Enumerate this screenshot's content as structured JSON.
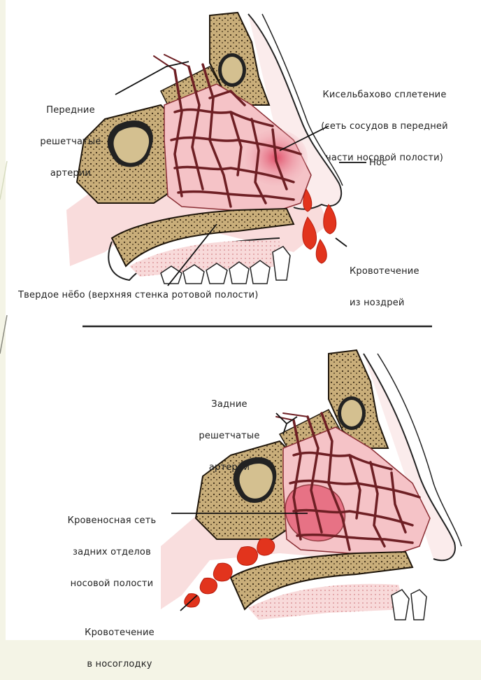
{
  "top_diagram": {
    "labels": {
      "anterior_arteries": [
        "Передние",
        "решетчатые",
        "артерии"
      ],
      "kiesselbach": [
        "Кисельбахово сплетение",
        "(сеть сосудов в передней",
        "части носовой полости)"
      ],
      "nose": "Нос",
      "nostril_bleeding": [
        "Кровотечение",
        "из ноздрей"
      ],
      "hard_palate": "Твердое нёбо (верхняя стенка ротовой полости)"
    }
  },
  "bottom_diagram": {
    "labels": {
      "posterior_arteries": [
        "Задние",
        "решетчатые",
        "артерии"
      ],
      "venous_network": [
        "Кровеносная сеть",
        "задних отделов",
        "носовой полости"
      ],
      "nasopharynx_bleeding": [
        "Кровотечение",
        "в носоглодку"
      ]
    }
  },
  "colors": {
    "bone": "#c9ae7a",
    "bone_dark": "#2b2014",
    "tissue": "#f6c9c9",
    "vessel": "#6e1f24",
    "blood": "#e2341d",
    "background": "#f4f4e6"
  }
}
